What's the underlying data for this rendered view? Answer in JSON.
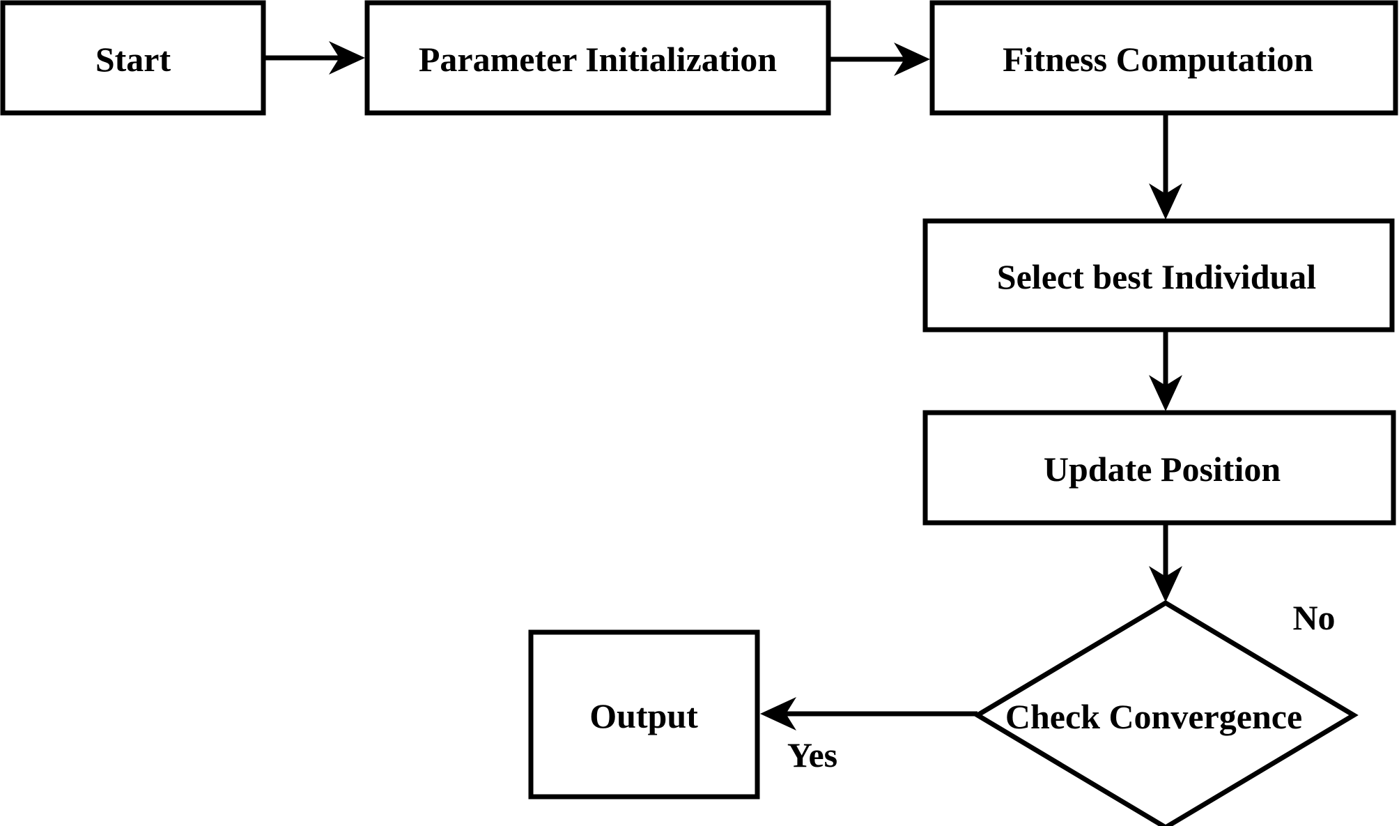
{
  "diagram": {
    "type": "flowchart",
    "background_color": "#ffffff",
    "stroke_color": "#000000",
    "text_color": "#000000",
    "nodes": {
      "start": {
        "label": "Start",
        "shape": "rectangle"
      },
      "parameter_initialization": {
        "label": "Parameter Initialization",
        "shape": "rectangle"
      },
      "fitness_computation": {
        "label": "Fitness Computation",
        "shape": "rectangle"
      },
      "select_best_individual": {
        "label": "Select best Individual",
        "shape": "rectangle"
      },
      "update_position": {
        "label": "Update Position",
        "shape": "rectangle"
      },
      "check_convergence": {
        "label": "Check Convergence",
        "shape": "diamond"
      },
      "output": {
        "label": "Output",
        "shape": "rectangle"
      }
    },
    "edge_labels": {
      "no": "No",
      "yes": "Yes"
    }
  }
}
